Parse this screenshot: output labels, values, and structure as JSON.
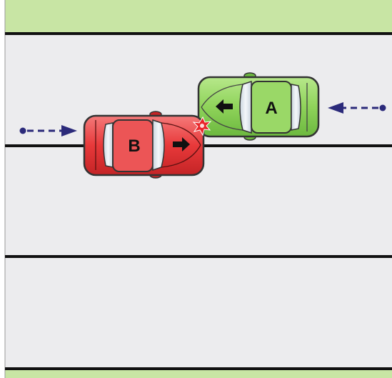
{
  "colors": {
    "grass": "#c8e5a4",
    "road": "#ececee",
    "lane_line": "#111111",
    "car_a_body": "#8fd35a",
    "car_b_body": "#e8393a",
    "glass": "#dfe7ee",
    "arrow_path": "#2b2a7a",
    "impact": "#e8262a"
  },
  "vehicles": [
    {
      "id": "car-a",
      "label": "A",
      "body_color": "car_a_body",
      "direction": "left",
      "icon": "arrow-left-icon"
    },
    {
      "id": "car-b",
      "label": "B",
      "body_color": "car_b_body",
      "direction": "right",
      "icon": "arrow-right-icon"
    }
  ],
  "markers": {
    "impact": "collision-star-icon",
    "path_a": "dashed-arrow-left-icon",
    "path_b": "dashed-arrow-right-icon"
  }
}
